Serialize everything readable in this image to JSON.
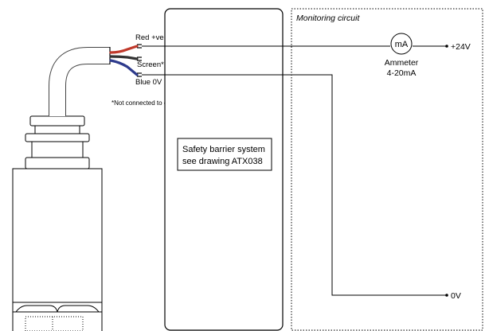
{
  "wires": {
    "red_label": "Red +ve",
    "screen_label": "Screen*",
    "blue_label": "Blue 0V",
    "colors": {
      "red": "#c0392b",
      "blue": "#2d3a8c",
      "screen": "#333333",
      "sheath": "#7a7a7a"
    }
  },
  "note": "*Not connected to case",
  "barrier": {
    "line1": "Safety barrier system",
    "line2": "see drawing ATX038"
  },
  "monitoring": {
    "title": "Monitoring circuit",
    "meter_symbol": "mA",
    "meter_name": "Ammeter",
    "meter_range": "4-20mA",
    "supply_pos": "+24V",
    "supply_neg": "0V"
  }
}
